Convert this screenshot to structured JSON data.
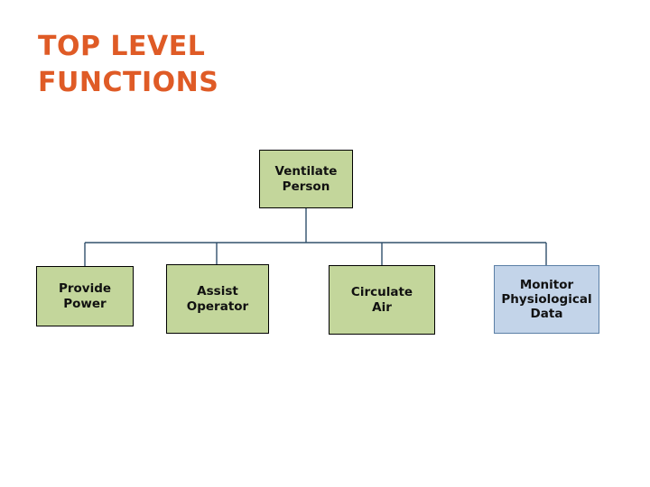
{
  "slide": {
    "title": "TOP LEVEL\nFUNCTIONS",
    "title_color": "#DF5B26",
    "background_color": "#FFFFFF"
  },
  "decor": {
    "right_strip_orange_color": "#DF5B26",
    "right_strip_black_color": "#000000"
  },
  "diagram": {
    "type": "hierarchy-tree",
    "root": {
      "label": "Ventilate\nPerson",
      "fill_color": "#C3D69B",
      "border_color": "#000000"
    },
    "children": [
      {
        "label": "Provide\nPower",
        "fill_color": "#C3D69B",
        "border_color": "#000000"
      },
      {
        "label": "Assist\nOperator",
        "fill_color": "#C3D69B",
        "border_color": "#000000"
      },
      {
        "label": "Circulate\nAir",
        "fill_color": "#C3D69B",
        "border_color": "#000000"
      },
      {
        "label": "Monitor\nPhysiological\nData",
        "fill_color": "#C3D4E9",
        "border_color": "#5B7FA6"
      }
    ],
    "connector_color": "#31506B"
  }
}
